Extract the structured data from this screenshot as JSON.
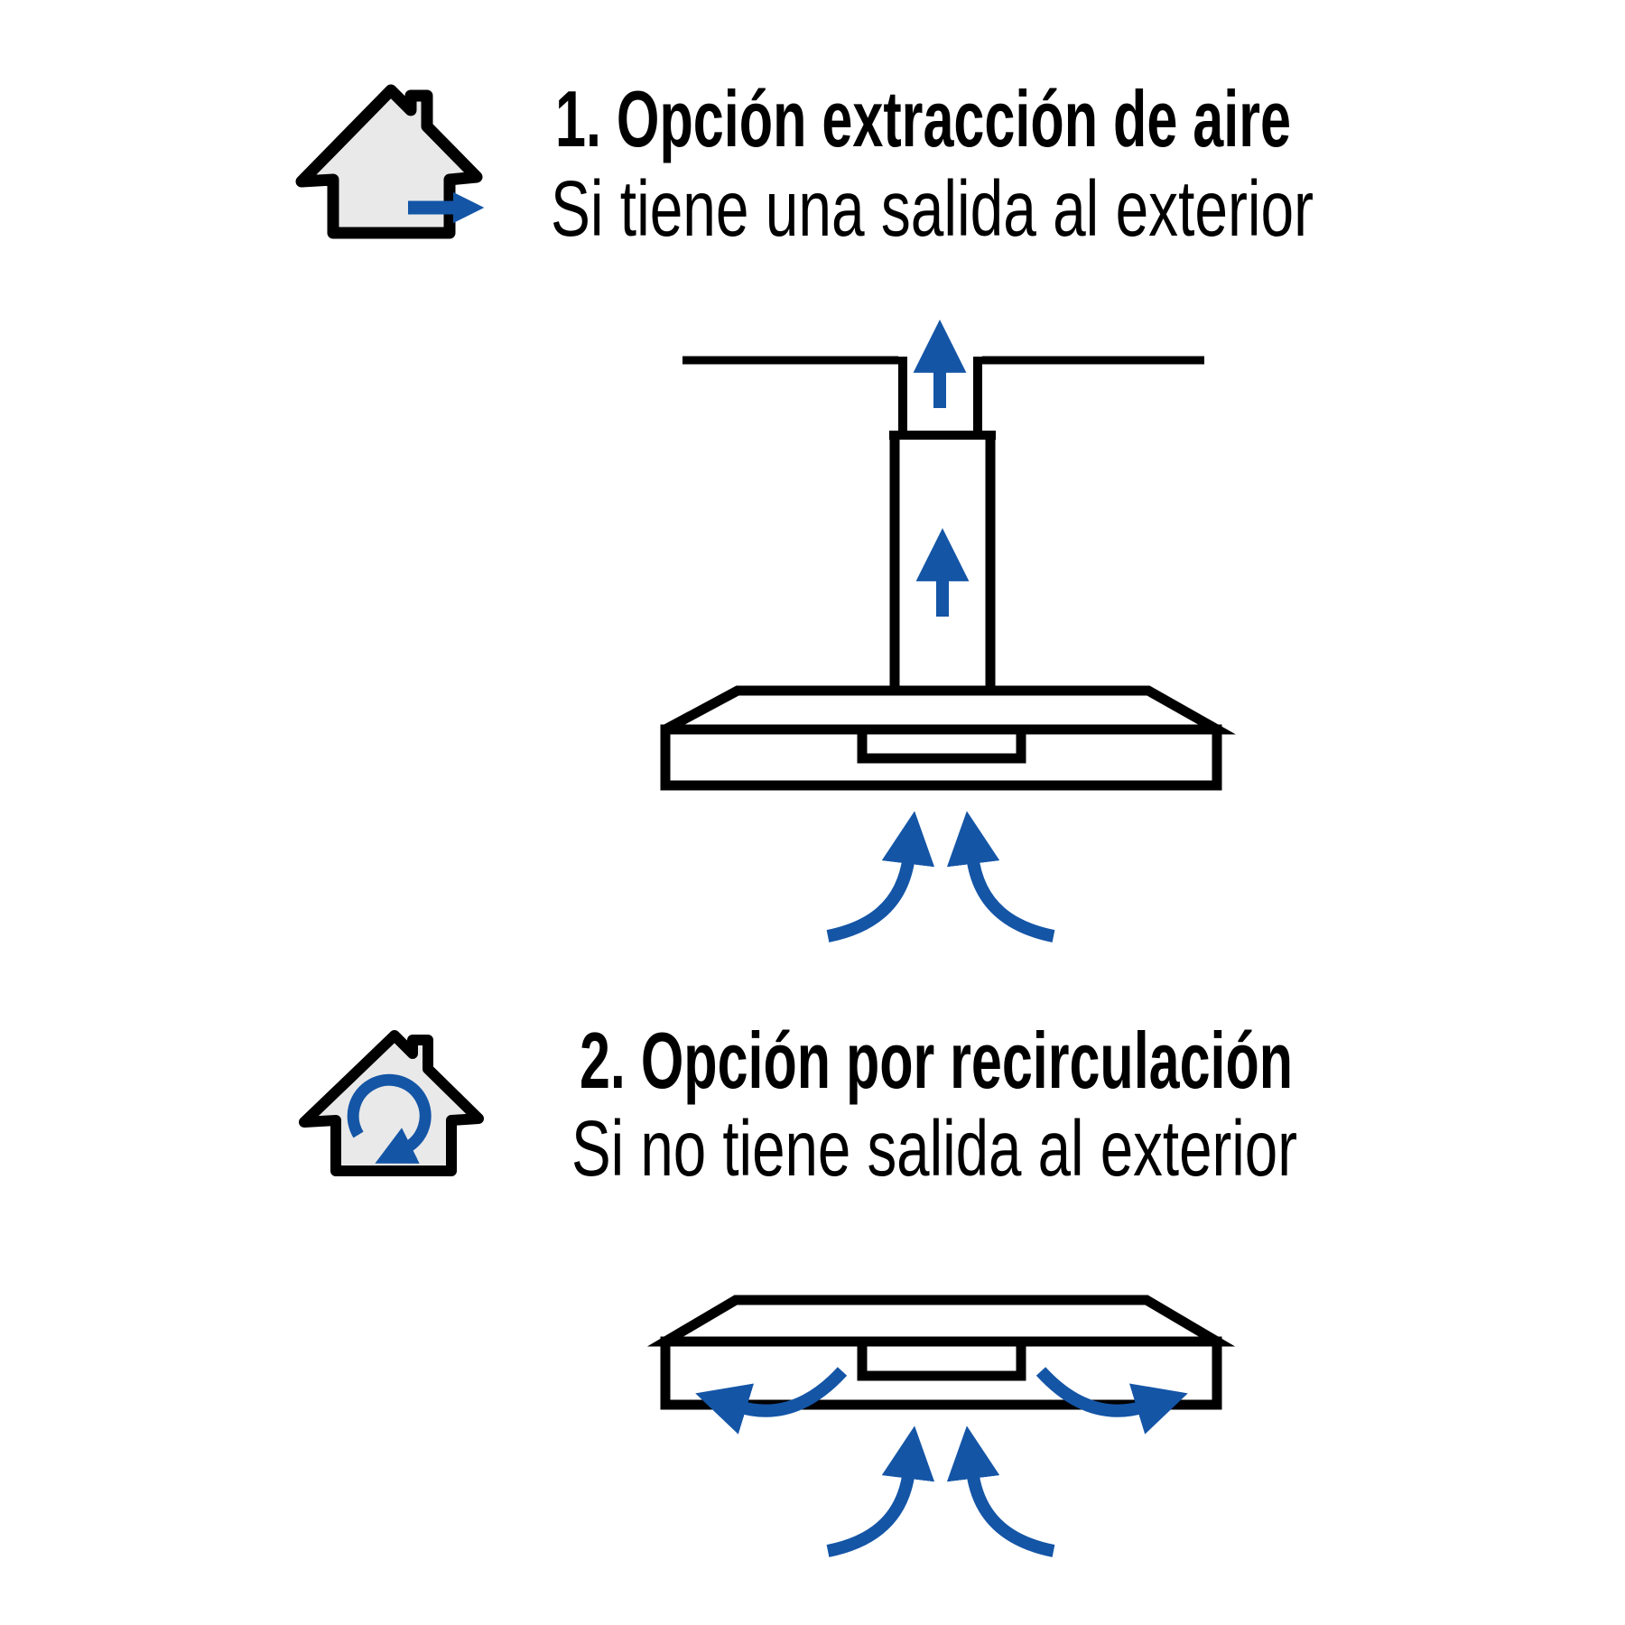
{
  "colors": {
    "accent_blue": "#1455a6",
    "outline_black": "#000000",
    "house_fill": "#e9e9e9",
    "bg": "#ffffff"
  },
  "section1": {
    "title": "1. Opción extracción de aire",
    "subtitle": "Si tiene una salida al exterior",
    "icon": "house-air-extraction-icon"
  },
  "section2": {
    "title": "2. Opción por recirculación",
    "subtitle": "Si no tiene salida al exterior",
    "icon": "house-air-recirculation-icon"
  },
  "icons": {
    "house_extraction": "house outline with blue arrow exiting right wall",
    "house_recirculation": "house outline with blue circular recirculation arrow",
    "airflow_up": "blue upward arrow",
    "airflow_intake": "pair of blue curved arrows rising into hood",
    "airflow_out": "blue curved arrows blowing out of hood front"
  }
}
